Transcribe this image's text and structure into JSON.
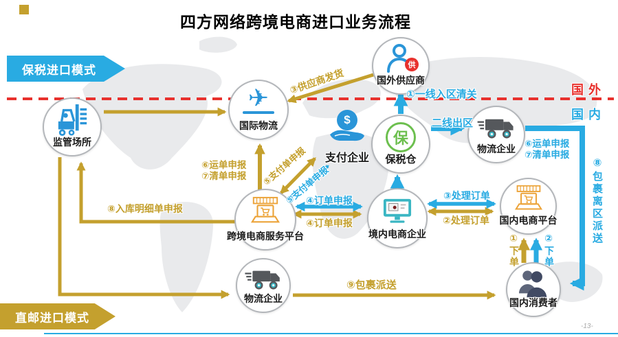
{
  "title": "四方网络跨境电商进口业务流程",
  "page_number": "-13-",
  "region_labels": {
    "foreign": "国外",
    "domestic": "国内"
  },
  "banners": {
    "bonded_import": "保税进口模式",
    "direct_mail_import": "直邮进口模式"
  },
  "nodes": {
    "supervision": {
      "label": "监管场所"
    },
    "intl_logistics": {
      "label": "国际物流",
      "icon_glyph": "✈"
    },
    "foreign_supplier": {
      "label": "国外供应商",
      "badge": "供"
    },
    "payment": {
      "label": "支付企业",
      "coin_symbol": "$"
    },
    "bonded_warehouse": {
      "label": "保税仓",
      "icon_char": "保"
    },
    "logistics_right": {
      "label": "物流企业"
    },
    "service_platform": {
      "label": "跨境电商服务平台"
    },
    "domestic_ecommerce": {
      "label": "境内电商企业"
    },
    "domestic_platform": {
      "label": "国内电商平台"
    },
    "logistics_bottom": {
      "label": "物流企业"
    },
    "consumer": {
      "label": "国内消费者"
    }
  },
  "edge_labels": {
    "first_line_clearance": "①一线入区清关",
    "second_line_exit": "二线出区",
    "supplier_shipping": "③供应商发货",
    "order_declaration": "④订单申报",
    "payment_declaration": "⑤支付单申报",
    "waybill_declaration": "⑥运单申报",
    "manifest_declaration": "⑦清单申报",
    "warehouse_entry_declaration": "⑧入库明细单申报",
    "parcel_leave_zone_delivery": "⑧包裹离区派送",
    "parcel_delivery": "⑨包裹派送",
    "place_order_1": "①下单",
    "place_order_2": "②下单",
    "process_order_2": "②处理订单",
    "process_order_3": "③处理订单"
  },
  "colors": {
    "blue": "#29abe2",
    "gold": "#c4a02e",
    "red": "#e8312d",
    "green": "#6cbf4e",
    "orange": "#eca338",
    "teal": "#3ab6c3",
    "navy": "#414a63",
    "truckgray": "#55585c",
    "iconblue": "#2a95d8",
    "textdark": "#1a1a1a"
  }
}
